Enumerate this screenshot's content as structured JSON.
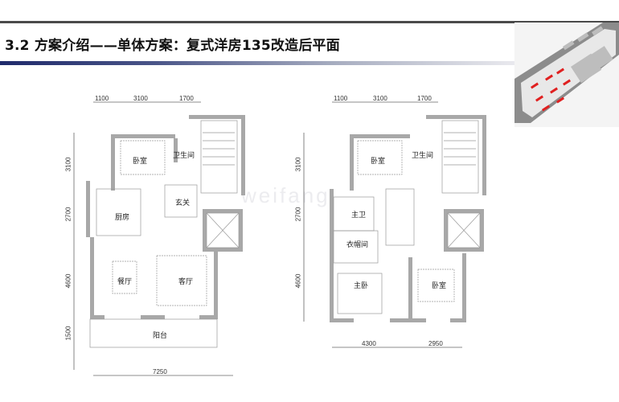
{
  "header": {
    "title": "3.2  方案介绍——单体方案：复式洋房135改造后平面",
    "title_bar_colors": [
      "#1f2a6b",
      "#e9e9ee"
    ],
    "top_rule_color": "#4a4a4a"
  },
  "site_thumbnail": {
    "icon": "site-plan-thumbnail",
    "highlight_color": "#e02020"
  },
  "watermark": "weifang",
  "plans": [
    {
      "name": "lower-floor",
      "top_dims": [
        "1100",
        "3100",
        "1700"
      ],
      "left_dims": [
        "3100",
        "2700",
        "4600",
        "1500"
      ],
      "bottom_dims": [
        "7250"
      ],
      "rooms": [
        "卧室",
        "卫生间",
        "玄关",
        "厨房",
        "餐厅",
        "客厅",
        "阳台"
      ]
    },
    {
      "name": "upper-floor",
      "top_dims": [
        "1100",
        "3100",
        "1700"
      ],
      "left_dims": [
        "3100",
        "2700",
        "4600"
      ],
      "bottom_dims": [
        "4300",
        "2950"
      ],
      "rooms": [
        "卧室",
        "卫生间",
        "主卫",
        "衣帽间",
        "主卧",
        "卧室"
      ]
    }
  ]
}
